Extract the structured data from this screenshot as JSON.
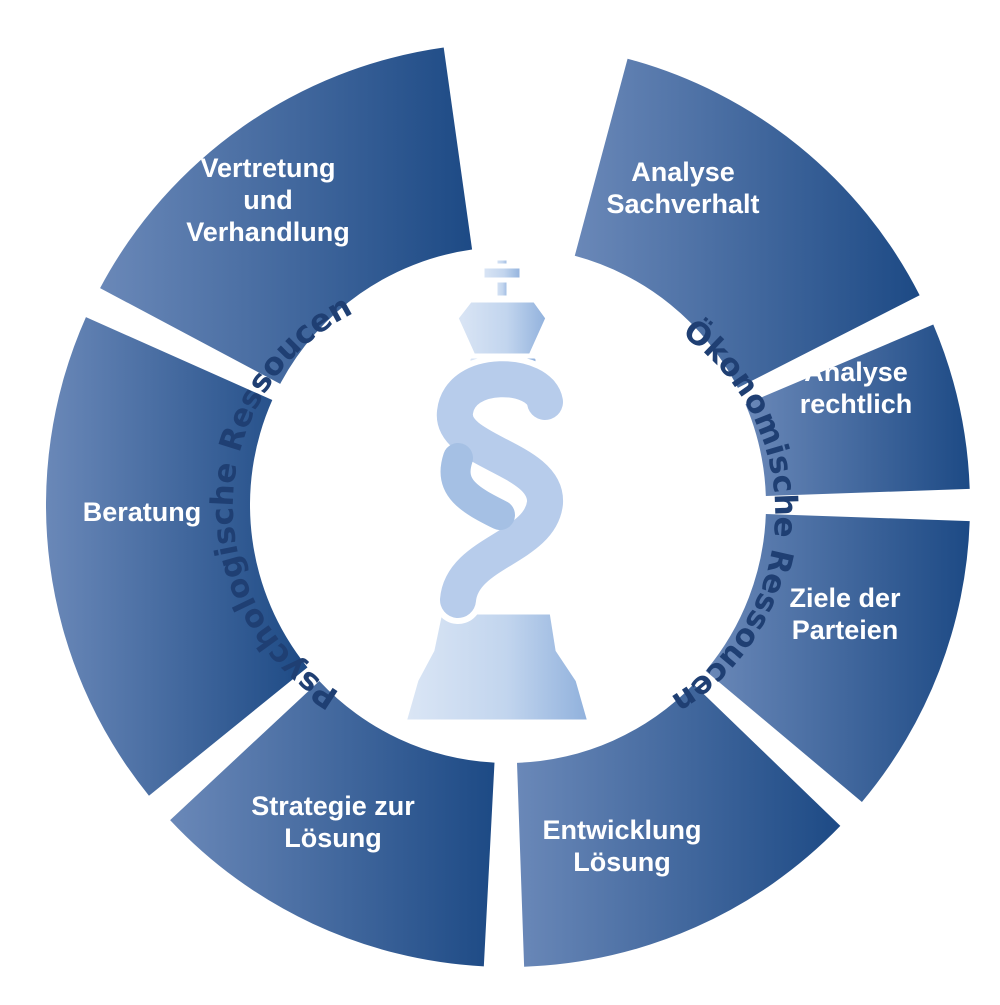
{
  "segments": [
    {
      "id": "analyse-sachverhalt",
      "lines": [
        "Analyse",
        "Sachverhalt"
      ]
    },
    {
      "id": "analyse-rechtlich",
      "lines": [
        "Analyse",
        "rechtlich"
      ]
    },
    {
      "id": "ziele-der-parteien",
      "lines": [
        "Ziele der",
        "Parteien"
      ]
    },
    {
      "id": "entwicklung-loesung",
      "lines": [
        "Entwicklung",
        "Lösung"
      ]
    },
    {
      "id": "strategie-zur-loesung",
      "lines": [
        "Strategie zur",
        "Lösung"
      ]
    },
    {
      "id": "beratung",
      "lines": [
        "Beratung"
      ]
    },
    {
      "id": "vertretung-und-verhandlung",
      "lines": [
        "Vertretung",
        "und",
        "Verhandlung"
      ]
    }
  ],
  "center": {
    "left_arc": "Psychologische Ressoucen",
    "right_arc": "Ökonomische Ressoucen",
    "icon": "chess-king-paragraph-icon"
  },
  "colors": {
    "segment_light": "#6a88b8",
    "segment_dark": "#1d4a85",
    "arc_text": "#1f3f73",
    "icon_light": "#c8d8ef",
    "icon_dark": "#93b3de"
  }
}
